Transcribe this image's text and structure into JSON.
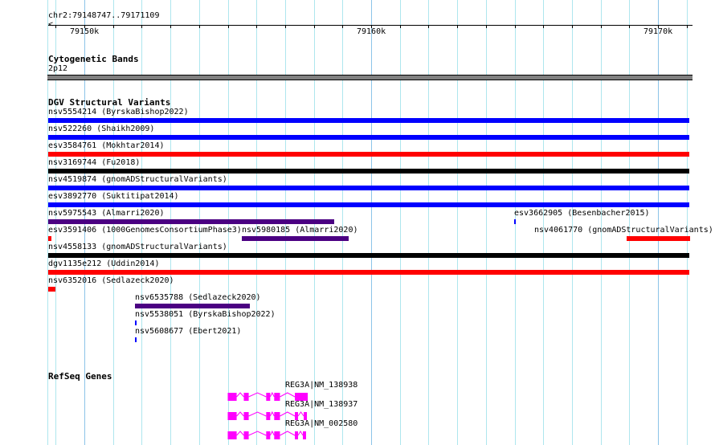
{
  "ruler": {
    "location": "chr2:79148747..79171109",
    "labels": [
      {
        "text": "79150k",
        "pos": 79150000
      },
      {
        "text": "79160k",
        "pos": 79160000
      },
      {
        "text": "79170k",
        "pos": 79170000
      }
    ]
  },
  "view": {
    "start": 79148747,
    "end": 79171109
  },
  "cyto": {
    "title": "Cytogenetic Bands",
    "band": "2p12",
    "color": "#808080"
  },
  "dgv": {
    "title": "DGV Structural Variants",
    "features": [
      {
        "label": "nsv5554214 (ByrskaBishop2022)",
        "start": 79148747,
        "end": 79171109,
        "color": "#0000ff"
      },
      {
        "label": "nsv522260 (Shaikh2009)",
        "start": 79148747,
        "end": 79171109,
        "color": "#0000ff"
      },
      {
        "label": "esv3584761 (Mokhtar2014)",
        "start": 79148747,
        "end": 79171109,
        "color": "#ff0000"
      },
      {
        "label": "nsv3169744 (Fu2018)",
        "start": 79148747,
        "end": 79171109,
        "color": "#000000"
      },
      {
        "label": "nsv4519874 (gnomADStructuralVariants)",
        "start": 79148747,
        "end": 79171109,
        "color": "#0000ff"
      },
      {
        "label": "esv3892770 (Suktitipat2014)",
        "start": 79148747,
        "end": 79171109,
        "color": "#0000ff"
      },
      {
        "label": "nsv5975543 (Almarri2020)",
        "start": 79148747,
        "end": 79158711,
        "color": "#4b0082"
      },
      {
        "label": "esv3662905 (Besenbacher2015)",
        "start": 79164986,
        "end": 79165042,
        "color": "#0000ff"
      },
      {
        "label": "esv3591406 (1000GenomesConsortiumPhase3)",
        "start": 79148747,
        "end": 79148860,
        "color": "#ff0000"
      },
      {
        "label": "nsv5980185 (Almarri2020)",
        "start": 79155490,
        "end": 79159216,
        "color": "#4b0082"
      },
      {
        "label": "nsv4061770 (gnomADStructuralVariants)",
        "start": 79168908,
        "end": 79171109,
        "color": "#ff0000"
      },
      {
        "label": "nsv4558133 (gnomADStructuralVariants)",
        "start": 79148747,
        "end": 79171109,
        "color": "#000000"
      },
      {
        "label": "dgv1135e212 (Uddin2014)",
        "start": 79148747,
        "end": 79171109,
        "color": "#ff0000"
      },
      {
        "label": "nsv6352016 (Sedlazeck2020)",
        "start": 79148747,
        "end": 79149000,
        "color": "#ff0000"
      },
      {
        "label": "nsv6535788 (Sedlazeck2020)",
        "start": 79151765,
        "end": 79155770,
        "color": "#4b0082"
      },
      {
        "label": "nsv5538051 (ByrskaBishop2022)",
        "start": 79151765,
        "end": 79151820,
        "color": "#0000ff"
      },
      {
        "label": "nsv5608677 (Ebert2021)",
        "start": 79151765,
        "end": 79151820,
        "color": "#0000ff"
      }
    ]
  },
  "genes": {
    "title": "RefSeq Genes",
    "color": "#ff00ff",
    "transcripts": [
      {
        "label": "REG3A|NM_138938",
        "exons": [
          [
            79155000,
            79155310
          ],
          [
            79155560,
            79155730
          ],
          [
            79156340,
            79156480
          ],
          [
            79156620,
            79156820
          ],
          [
            79157340,
            79157790
          ]
        ]
      },
      {
        "label": "REG3A|NM_138937",
        "exons": [
          [
            79155000,
            79155310
          ],
          [
            79155560,
            79155730
          ],
          [
            79156340,
            79156480
          ],
          [
            79156620,
            79156820
          ],
          [
            79157340,
            79157450
          ],
          [
            79157650,
            79157760
          ]
        ]
      },
      {
        "label": "REG3A|NM_002580",
        "exons": [
          [
            79155000,
            79155310
          ],
          [
            79155560,
            79155730
          ],
          [
            79156340,
            79156480
          ],
          [
            79156620,
            79156820
          ],
          [
            79157340,
            79157450
          ],
          [
            79157620,
            79157730
          ]
        ]
      }
    ]
  }
}
